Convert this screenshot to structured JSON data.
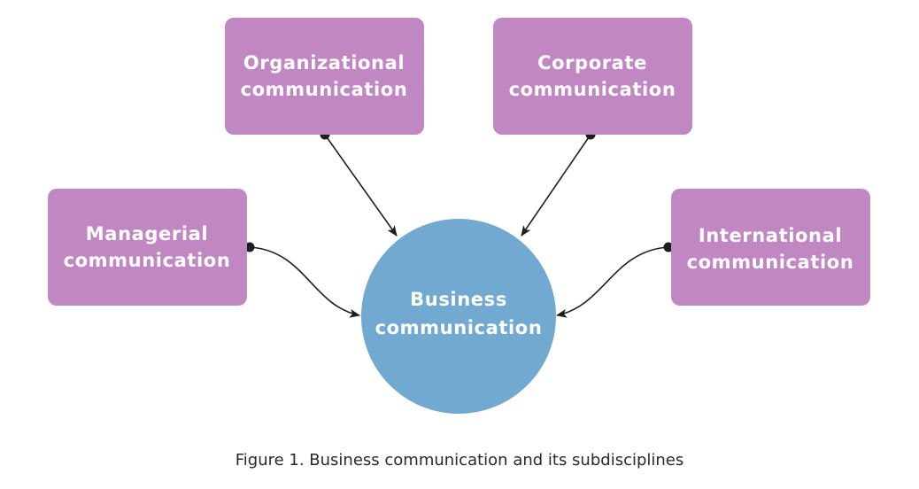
{
  "colors": {
    "box_fill": "#c187c2",
    "circle_fill": "#72a9d1",
    "text": "#ffffff",
    "connector": "#1e1e1e",
    "caption": "#2a2a2a"
  },
  "center": {
    "line1": "Business",
    "line2": "communication"
  },
  "subdisciplines": [
    {
      "line1": "Organizational",
      "line2": "communication"
    },
    {
      "line1": "Corporate",
      "line2": "communication"
    },
    {
      "line1": "Managerial",
      "line2": "communication"
    },
    {
      "line1": "International",
      "line2": "communication"
    }
  ],
  "caption": "Figure 1. Business communication and its subdisciplines"
}
